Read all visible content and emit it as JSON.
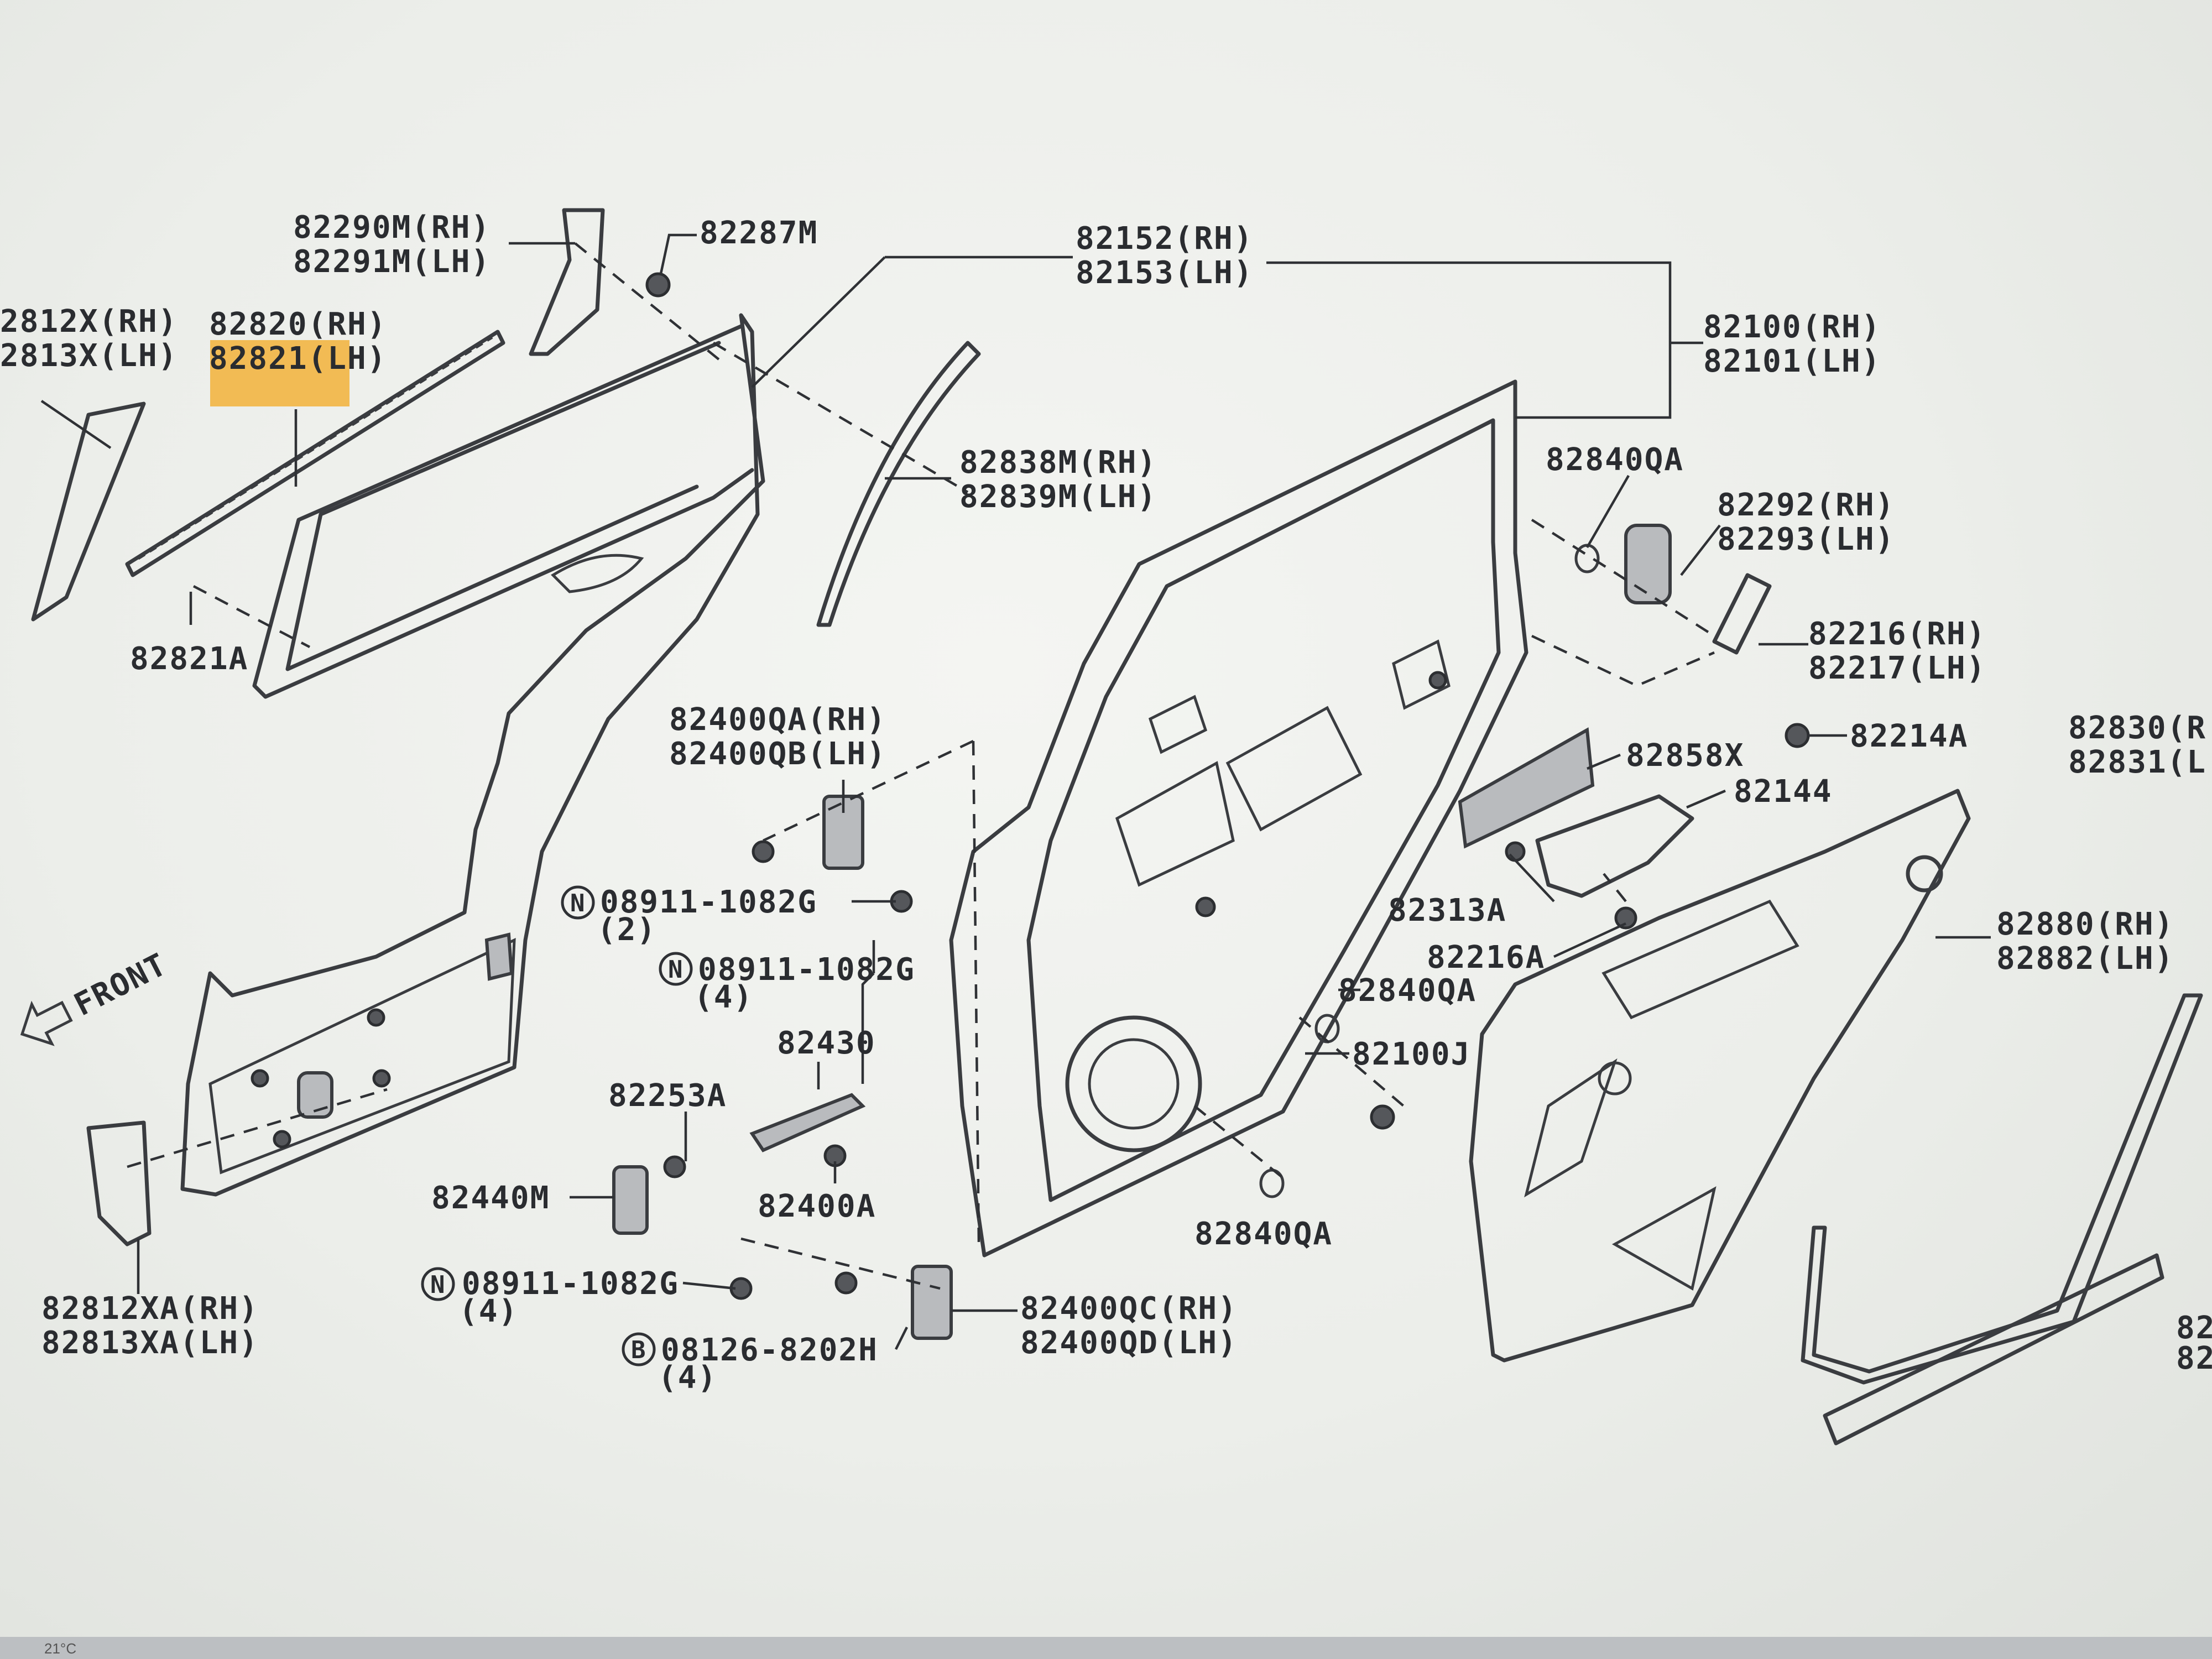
{
  "parts": {
    "p82290M": "82290M(RH)",
    "p82291M": "82291M(LH)",
    "p82287M": "82287M",
    "p82152": "82152(RH)",
    "p82153": "82153(LH)",
    "p82812X": "2812X(RH)",
    "p82813X": "2813X(LH)",
    "p82820": "82820(RH)",
    "p82821": "82821(LH)",
    "p82821A": "82821A",
    "p82838M": "82838M(RH)",
    "p82839M": "82839M(LH)",
    "p82100": "82100(RH)",
    "p82101": "82101(LH)",
    "p82840QA_a": "82840QA",
    "p82292": "82292(RH)",
    "p82293": "82293(LH)",
    "p82216": "82216(RH)",
    "p82217": "82217(LH)",
    "p82400QA": "82400QA(RH)",
    "p82400QB": "82400QB(LH)",
    "p82858X": "82858X",
    "p82144": "82144",
    "p82214A": "82214A",
    "p82830": "82830(R",
    "p82831": "82831(L",
    "p08911_1": "08911-1082G",
    "p08911_1_qty": "(2)",
    "p08911_2": "08911-1082G",
    "p08911_2_qty": "(4)",
    "p82313A": "82313A",
    "p82216A": "82216A",
    "p82880": "82880(RH)",
    "p82882": "82882(LH)",
    "p82430": "82430",
    "p82840QA_b": "82840QA",
    "p82253A": "82253A",
    "p82100J": "82100J",
    "p82440M": "82440M",
    "p82400A": "82400A",
    "p82840QA_c": "82840QA",
    "p82812XA": "82812XA(RH)",
    "p82813XA": "82813XA(LH)",
    "p08911_3": "08911-1082G",
    "p08911_3_qty": "(4)",
    "p82400QC": "82400QC(RH)",
    "p82400QD": "82400QD(LH)",
    "p08126": "08126-8202H",
    "p08126_qty": "(4)",
    "p82_edge1": "82",
    "p82_edge2": "82",
    "front": "FRONT",
    "symbol_n": "N",
    "symbol_b": "B"
  },
  "highlight_color": "#f2b23a",
  "taskbar_temp": "21°C"
}
